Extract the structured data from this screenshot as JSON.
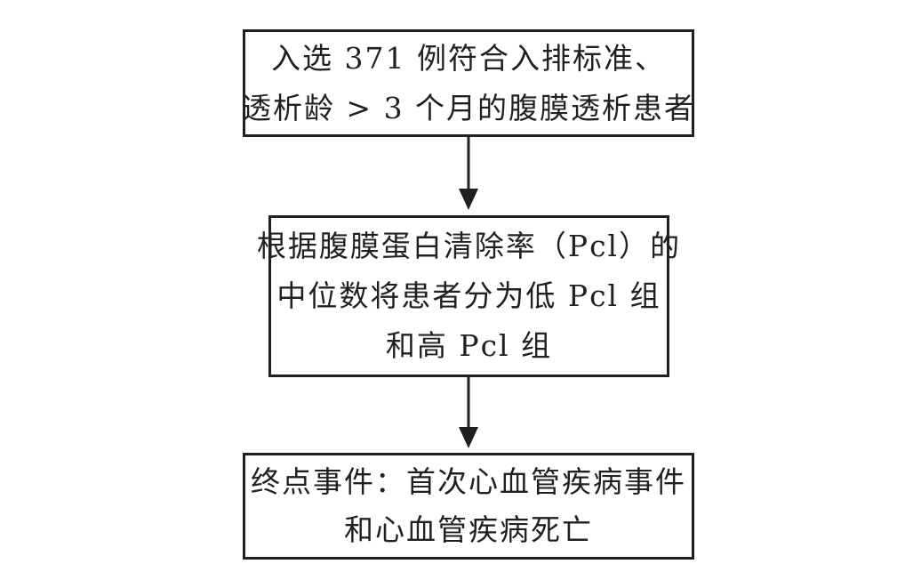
{
  "boxes": [
    {
      "lines": [
        "入选 371 例符合入排标准、",
        "透析龄 > 3 个月的腹膜透析患者"
      ]
    },
    {
      "lines": [
        "根据腹膜蛋白清除率（Pcl）的",
        "中位数将患者分为低 Pcl 组",
        "和高 Pcl 组"
      ]
    },
    {
      "lines": [
        "终点事件：首次心血管疾病事件",
        "和心血管疾病死亡"
      ]
    }
  ],
  "colors": {
    "ink": "#231f20",
    "background": "#ffffff"
  }
}
